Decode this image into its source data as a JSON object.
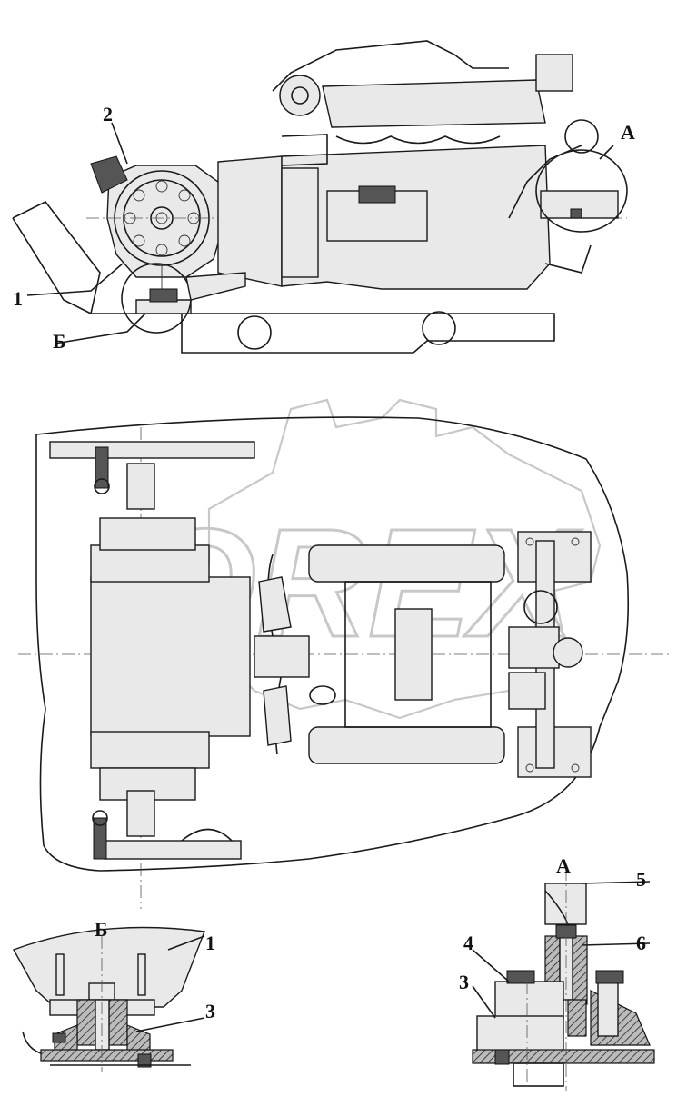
{
  "labels": {
    "side_view": {
      "callout_1": "1",
      "callout_2": "2",
      "detail_A_ref": "А",
      "detail_B_ref": "Б"
    },
    "detail_B": {
      "title": "Б",
      "callout_1": "1",
      "callout_3": "3"
    },
    "detail_A": {
      "title": "А",
      "callout_3": "3",
      "callout_4": "4",
      "callout_5": "5",
      "callout_6": "6"
    }
  },
  "watermark": {
    "text": "OREX"
  }
}
